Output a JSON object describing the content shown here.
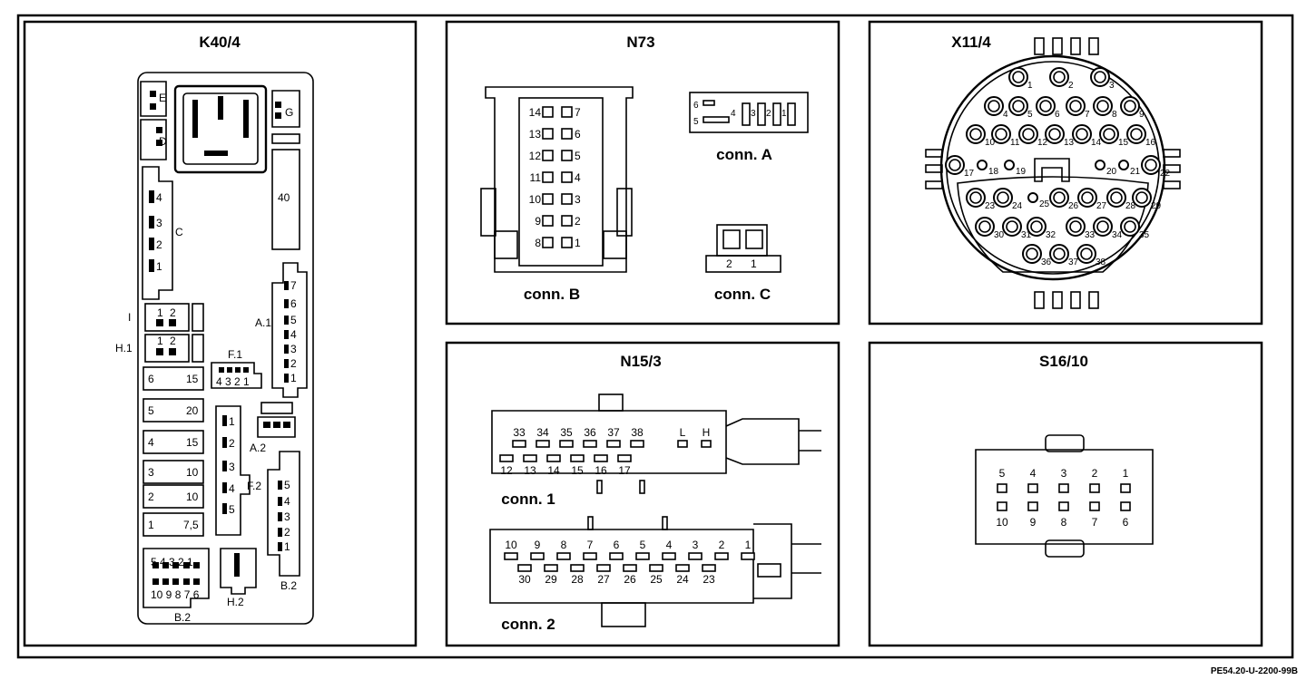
{
  "footer": {
    "reference": "PE54.20-U-2200-99B"
  },
  "panels": {
    "k40_4": {
      "title": "K40/4",
      "labels": {
        "fuse_40": "40",
        "socket_e": "E",
        "socket_d": "D",
        "socket_g": "G",
        "connector_c": "C",
        "c_pin_4": "4",
        "c_pin_3": "3",
        "c_pin_2": "2",
        "c_pin_1": "1",
        "connector_i": "I",
        "i_pin_1": "1",
        "i_pin_2": "2",
        "connector_h1": "H.1",
        "h1_pin_1": "1",
        "h1_pin_2": "2",
        "connector_f1": "F.1",
        "f1_pins": "4 3 2 1",
        "connector_a1": "A.1",
        "a1_pin_7": "7",
        "a1_pin_6": "6",
        "a1_pin_5": "5",
        "a1_pin_4": "4",
        "a1_pin_3": "3",
        "a1_pin_2": "2",
        "a1_pin_1": "1",
        "connector_a2": "A.2",
        "connector_f2": "F.2",
        "f2_pin_1": "1",
        "f2_pin_2": "2",
        "f2_pin_3": "3",
        "f2_pin_4": "4",
        "f2_pin_5": "5",
        "connector_b2": "B.2",
        "b2s_pin_5": "5",
        "b2s_pin_4": "4",
        "b2s_pin_3": "3",
        "b2s_pin_2": "2",
        "b2s_pin_1": "1",
        "connector_h2": "H.2",
        "b2_top_pins": "5 4 3 2 1",
        "b2_bottom_pins": "10 9 8 7 6"
      },
      "fuses": [
        {
          "a": "6",
          "b": "15"
        },
        {
          "a": "5",
          "b": "20"
        },
        {
          "a": "4",
          "b": "15"
        },
        {
          "a": "3",
          "b": "10"
        },
        {
          "a": "2",
          "b": "10"
        },
        {
          "a": "1",
          "b": "7,5"
        }
      ]
    },
    "n73": {
      "title": "N73",
      "conn_b": {
        "label": "conn. B",
        "rows": [
          [
            "14",
            "7"
          ],
          [
            "13",
            "6"
          ],
          [
            "12",
            "5"
          ],
          [
            "11",
            "4"
          ],
          [
            "10",
            "3"
          ],
          [
            "9",
            "2"
          ],
          [
            "8",
            "1"
          ]
        ]
      },
      "conn_a": {
        "label": "conn. A",
        "pins": [
          "6",
          "5",
          "4",
          "3",
          "2",
          "1"
        ]
      },
      "conn_c": {
        "label": "conn. C",
        "pins": [
          "2",
          "1"
        ]
      }
    },
    "x11_4": {
      "title": "X11/4",
      "pins": [
        "1",
        "2",
        "3",
        "4",
        "5",
        "6",
        "7",
        "8",
        "9",
        "10",
        "11",
        "12",
        "13",
        "14",
        "15",
        "16",
        "17",
        "18",
        "19",
        "20",
        "21",
        "22",
        "23",
        "24",
        "25",
        "26",
        "27",
        "28",
        "29",
        "30",
        "31",
        "32",
        "33",
        "34",
        "35",
        "36",
        "37",
        "38"
      ]
    },
    "n15_3": {
      "title": "N15/3",
      "conn_1": {
        "label": "conn. 1",
        "top": [
          "33",
          "34",
          "35",
          "36",
          "37",
          "38"
        ],
        "right": [
          "L",
          "H"
        ],
        "bottom": [
          "12",
          "13",
          "14",
          "15",
          "16",
          "17"
        ]
      },
      "conn_2": {
        "label": "conn. 2",
        "top": [
          "10",
          "9",
          "8",
          "7",
          "6",
          "5",
          "4",
          "3",
          "2",
          "1"
        ],
        "bottom": [
          "30",
          "29",
          "28",
          "27",
          "26",
          "25",
          "24",
          "23"
        ]
      }
    },
    "s16_10": {
      "title": "S16/10",
      "top": [
        "5",
        "4",
        "3",
        "2",
        "1"
      ],
      "bottom": [
        "10",
        "9",
        "8",
        "7",
        "6"
      ]
    }
  }
}
